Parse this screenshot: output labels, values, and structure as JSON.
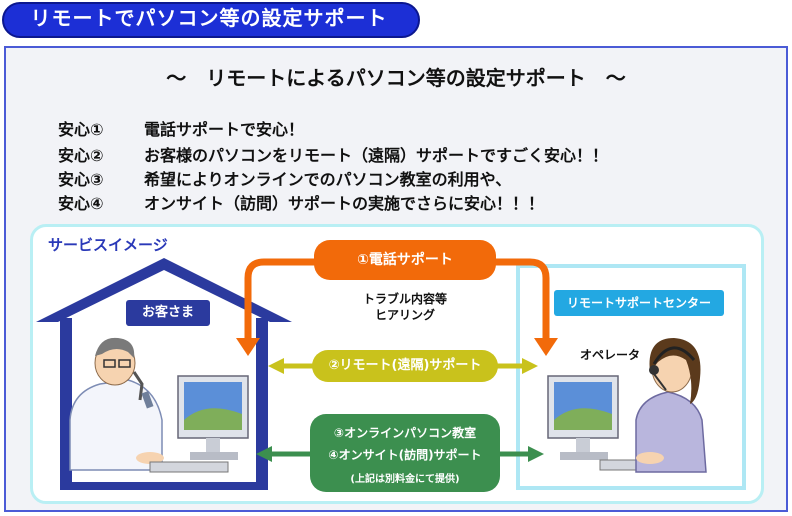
{
  "title_banner": {
    "text": "リモートでパソコン等の設定サポート"
  },
  "heading": {
    "text": "～　リモートによるパソコン等の設定サポート　～"
  },
  "points": [
    {
      "num": "安心①",
      "text": "電話サポートで安心！"
    },
    {
      "num": "安心②",
      "text": "お客様のパソコンをリモート（遠隔）サポートですごく安心！！"
    },
    {
      "num": "安心③",
      "text": "希望によりオンラインでのパソコン教室の利用や、"
    },
    {
      "num": "安心④",
      "text": "オンサイト（訪問）サポートの実施でさらに安心！！！"
    }
  ],
  "diagram": {
    "section_title": "サービスイメージ",
    "customer_label": "お客さま",
    "center_label": "リモートサポートセンター",
    "operator_label": "オペレータ",
    "phone_support": "①電話サポート",
    "hearing_line1": "トラブル内容等",
    "hearing_line2": "ヒアリング",
    "remote_support": "②リモート(遠隔)サポート",
    "online_class": "③オンラインパソコン教室",
    "onsite_support": "④オンサイト(訪問)サポート",
    "note": "(上記は別料金にて提供)"
  },
  "colors": {
    "banner_blue": "#1c2fd6",
    "house_blue": "#2b3a9e",
    "orange": "#f26a0a",
    "olive": "#c9c21c",
    "green": "#3c8f4f",
    "cyan_tag": "#23a8e2",
    "panel_border": "#b9eff4"
  }
}
